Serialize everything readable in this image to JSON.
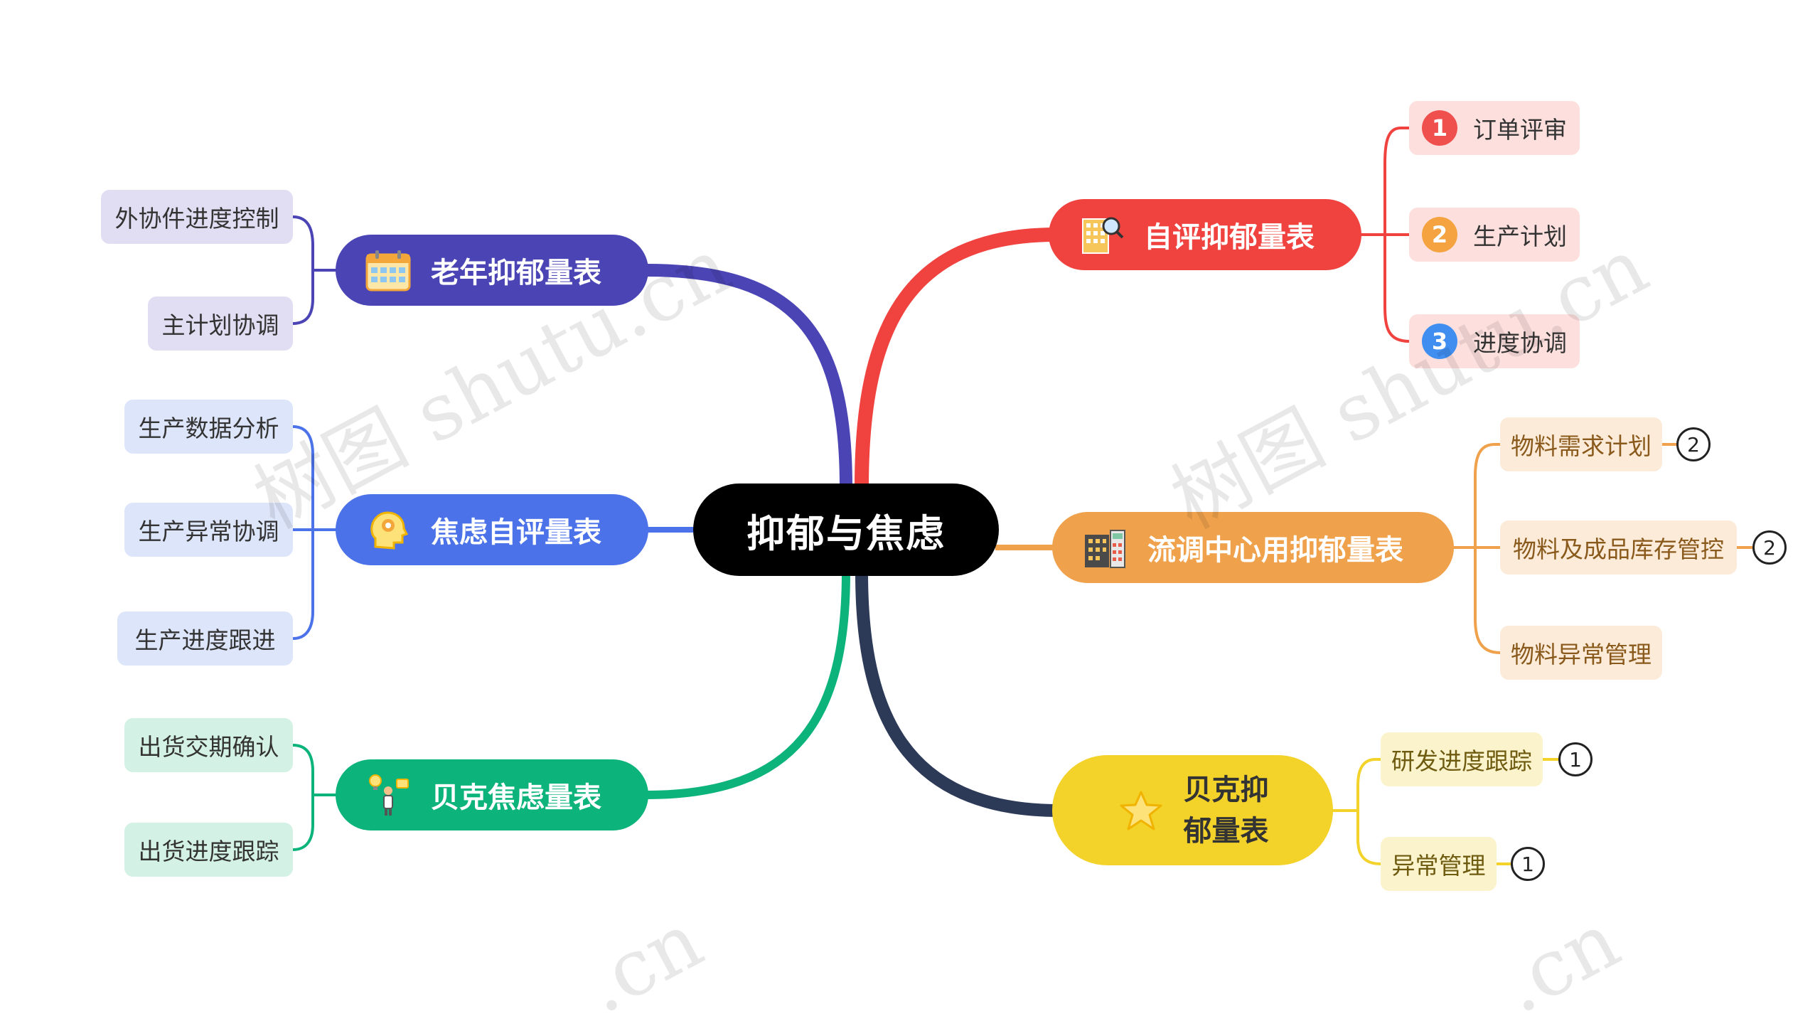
{
  "root": {
    "label": "抑郁与焦虑"
  },
  "branches": {
    "zip": {
      "label": "自评抑郁量表",
      "color": "#f0433f",
      "leafColor": "#fde0de",
      "leaves": [
        {
          "label": "订单评审",
          "num": "1",
          "numColor": "#f0504d"
        },
        {
          "label": "生产计划",
          "num": "2",
          "numColor": "#f4a340"
        },
        {
          "label": "进度协调",
          "num": "3",
          "numColor": "#3f8ef0"
        }
      ]
    },
    "liudiao": {
      "label": "流调中心用抑郁量表",
      "color": "#f0a14b",
      "leafColor": "#fdebd9",
      "leaves": [
        {
          "label": "物料需求计划",
          "badge": "2"
        },
        {
          "label": "物料及成品库存管控",
          "badge": "2"
        },
        {
          "label": "物料异常管理"
        }
      ]
    },
    "beike_yiyu": {
      "label": "贝克抑郁量表",
      "line1": "贝克抑",
      "line2": "郁量表",
      "color": "#f3d22a",
      "leafColor": "#fbf3cc",
      "leaves": [
        {
          "label": "研发进度跟踪",
          "badge": "1"
        },
        {
          "label": "异常管理",
          "badge": "1"
        }
      ]
    },
    "laonian": {
      "label": "老年抑郁量表",
      "color": "#4b44b5",
      "leafColor": "#e1def3",
      "leaves": [
        {
          "label": "外协件进度控制"
        },
        {
          "label": "主计划协调"
        }
      ]
    },
    "jiaolv_zip": {
      "label": "焦虑自评量表",
      "color": "#4b72e8",
      "leafColor": "#dde5fb",
      "leaves": [
        {
          "label": "生产数据分析"
        },
        {
          "label": "生产异常协调"
        },
        {
          "label": "生产进度跟进"
        }
      ]
    },
    "beike_jiaolv": {
      "label": "贝克焦虑量表",
      "color": "#0cb37a",
      "leafColor": "#d3f1e4",
      "leaves": [
        {
          "label": "出货交期确认"
        },
        {
          "label": "出货进度跟踪"
        }
      ]
    }
  },
  "watermark": "树图 shutu.cn",
  "watermark_tail": ".cn"
}
